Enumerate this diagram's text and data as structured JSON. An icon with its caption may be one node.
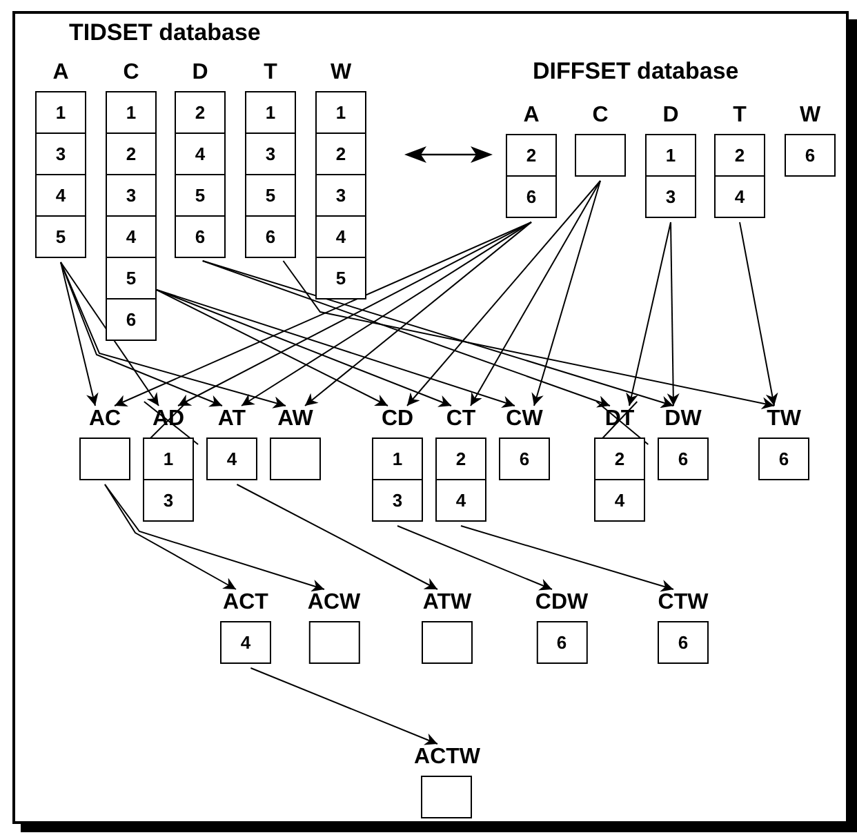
{
  "diagram": {
    "nodes": [
      {
        "text": [
          "A",
          "1",
          "3",
          "4",
          "5"
        ]
      },
      {
        "text": [
          "C",
          "1",
          "2",
          "3",
          "4",
          "5",
          "6"
        ]
      },
      {
        "text": [
          "D",
          "2",
          "4",
          "5",
          "6"
        ]
      },
      {
        "text": [
          "T",
          "1",
          "3",
          "5",
          "6"
        ]
      },
      {
        "text": [
          "W",
          "1",
          "2",
          "3",
          "4",
          "5"
        ]
      },
      {
        "text": [
          "A",
          "2",
          "6"
        ]
      },
      {
        "text": [
          "C"
        ]
      },
      {
        "text": [
          "D",
          "1",
          "3"
        ]
      },
      {
        "text": [
          "T",
          "2",
          "4"
        ]
      },
      {
        "text": [
          "W",
          "6"
        ]
      },
      {
        "text": [
          "AC"
        ]
      },
      {
        "text": [
          "AD",
          "1",
          "3"
        ]
      },
      {
        "text": [
          "AT",
          "4"
        ]
      },
      {
        "text": [
          "AW"
        ]
      },
      {
        "text": [
          "CD",
          "1",
          "3"
        ]
      },
      {
        "text": [
          "CT",
          "2",
          "4"
        ]
      },
      {
        "text": [
          "CW",
          "6"
        ]
      },
      {
        "text": [
          "DT",
          "2",
          "4"
        ]
      },
      {
        "text": [
          "DW",
          "6"
        ]
      },
      {
        "text": [
          "TW",
          "6"
        ]
      },
      {
        "text": [
          "ACT",
          "4"
        ]
      },
      {
        "text": [
          "ACW"
        ]
      },
      {
        "text": [
          "ATW"
        ]
      },
      {
        "text": [
          "CDW",
          "6"
        ]
      },
      {
        "text": [
          "CTW",
          "6"
        ]
      },
      {
        "text": [
          "ACTW"
        ]
      }
    ],
    "edges": [
      {
        "from": 0,
        "to": 10,
        "arrow": "to"
      },
      {
        "from": 0,
        "to": 11,
        "arrow": "to"
      },
      {
        "from": 0,
        "to": 12,
        "arrow": "to"
      },
      {
        "from": 0,
        "to": 13,
        "arrow": "to"
      },
      {
        "from": 1,
        "to": 14,
        "arrow": "to"
      },
      {
        "from": 1,
        "to": 15,
        "arrow": "to"
      },
      {
        "from": 1,
        "to": 16,
        "arrow": "to"
      },
      {
        "from": 2,
        "to": 17,
        "arrow": "to"
      },
      {
        "from": 2,
        "to": 18,
        "arrow": "to"
      },
      {
        "from": 3,
        "to": 19,
        "arrow": "to"
      },
      {
        "from": 5,
        "to": 10,
        "arrow": "to"
      },
      {
        "from": 5,
        "to": 11,
        "arrow": "to"
      },
      {
        "from": 5,
        "to": 12,
        "arrow": "to"
      },
      {
        "from": 5,
        "to": 13,
        "arrow": "to"
      },
      {
        "from": 6,
        "to": 14,
        "arrow": "to"
      },
      {
        "from": 6,
        "to": 15,
        "arrow": "to"
      },
      {
        "from": 6,
        "to": 16,
        "arrow": "to"
      },
      {
        "from": 7,
        "to": 17,
        "arrow": "to"
      },
      {
        "from": 7,
        "to": 18,
        "arrow": "to"
      },
      {
        "from": 8,
        "to": 19,
        "arrow": "to"
      },
      {
        "from": 10,
        "to": 20,
        "arrow": "to"
      },
      {
        "from": 10,
        "to": 21,
        "arrow": "to"
      },
      {
        "from": 12,
        "to": 22,
        "arrow": "to"
      },
      {
        "from": 14,
        "to": 23,
        "arrow": "to"
      },
      {
        "from": 15,
        "to": 24,
        "arrow": "to"
      },
      {
        "from": 20,
        "to": 25,
        "arrow": "to"
      }
    ],
    "labels": [
      "TIDSET database",
      "DIFFSET database"
    ]
  }
}
